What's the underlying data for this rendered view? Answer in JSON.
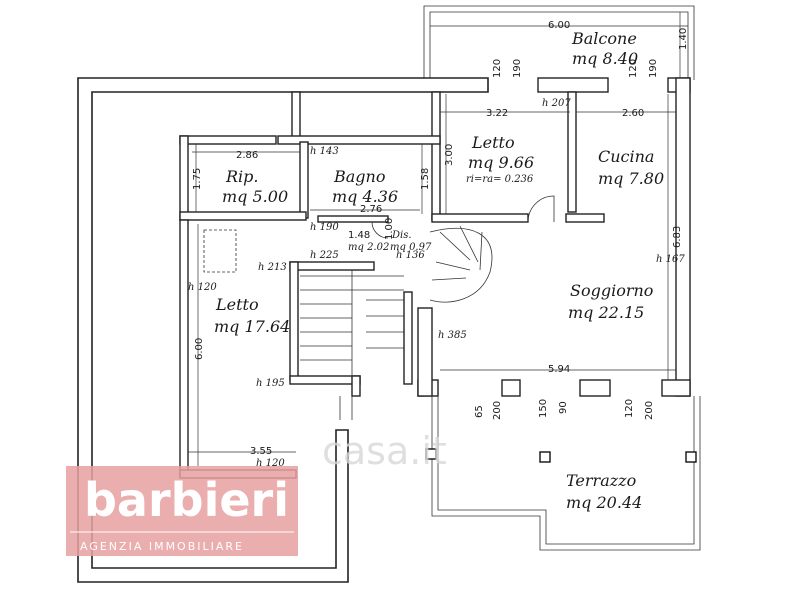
{
  "rooms": {
    "balcone": {
      "name": "Balcone",
      "area": "mq 8.40"
    },
    "letto_small": {
      "name": "Letto",
      "area": "mq 9.66",
      "note": "ri=ra= 0.236"
    },
    "cucina": {
      "name": "Cucina",
      "area": "mq 7.80"
    },
    "rip": {
      "name": "Rip.",
      "area": "mq 5.00"
    },
    "bagno": {
      "name": "Bagno",
      "area": "mq 4.36"
    },
    "dis": {
      "name": "Dis.",
      "area": "mq 0.97"
    },
    "wc_area": "mq 2.02",
    "letto_big": {
      "name": "Letto",
      "area": "mq 17.64"
    },
    "soggiorno": {
      "name": "Soggiorno",
      "area": "mq 22.15"
    },
    "terrazzo": {
      "name": "Terrazzo",
      "area": "mq 20.44"
    }
  },
  "dimensions": {
    "balcone_w": "6.00",
    "balcone_h": "1.40",
    "d120a": "120",
    "d190a": "190",
    "d120b": "120",
    "d190b": "190",
    "h207": "h 207",
    "letto_w": "3.22",
    "cucina_w": "2.60",
    "letto_h": "3.00",
    "h143": "h 143",
    "rip_w": "2.86",
    "rip_h": "1.75",
    "bagno_h": "1.58",
    "bagno_w": "2.76",
    "h190": "h 190",
    "w148": "1.48",
    "w100": "1.00",
    "h225": "h 225",
    "h136": "h 136",
    "h213": "h 213",
    "sogg_h": "6.83",
    "h167": "h 167",
    "h120a": "h 120",
    "letto_big_h": "6.00",
    "h385": "h 385",
    "sogg_w": "5.94",
    "h195": "h 195",
    "t65": "65",
    "t200a": "200",
    "t150": "150",
    "t90": "90",
    "t120": "120",
    "t200b": "200",
    "letto_big_w": "3.55",
    "h120b": "h 120"
  },
  "branding": {
    "logo": "barbieri",
    "tagline": "AGENZIA IMMOBILIARE",
    "watermark": "casa.it"
  },
  "colors": {
    "logo_bg": "#e8a0a0",
    "walls": "#222222"
  }
}
